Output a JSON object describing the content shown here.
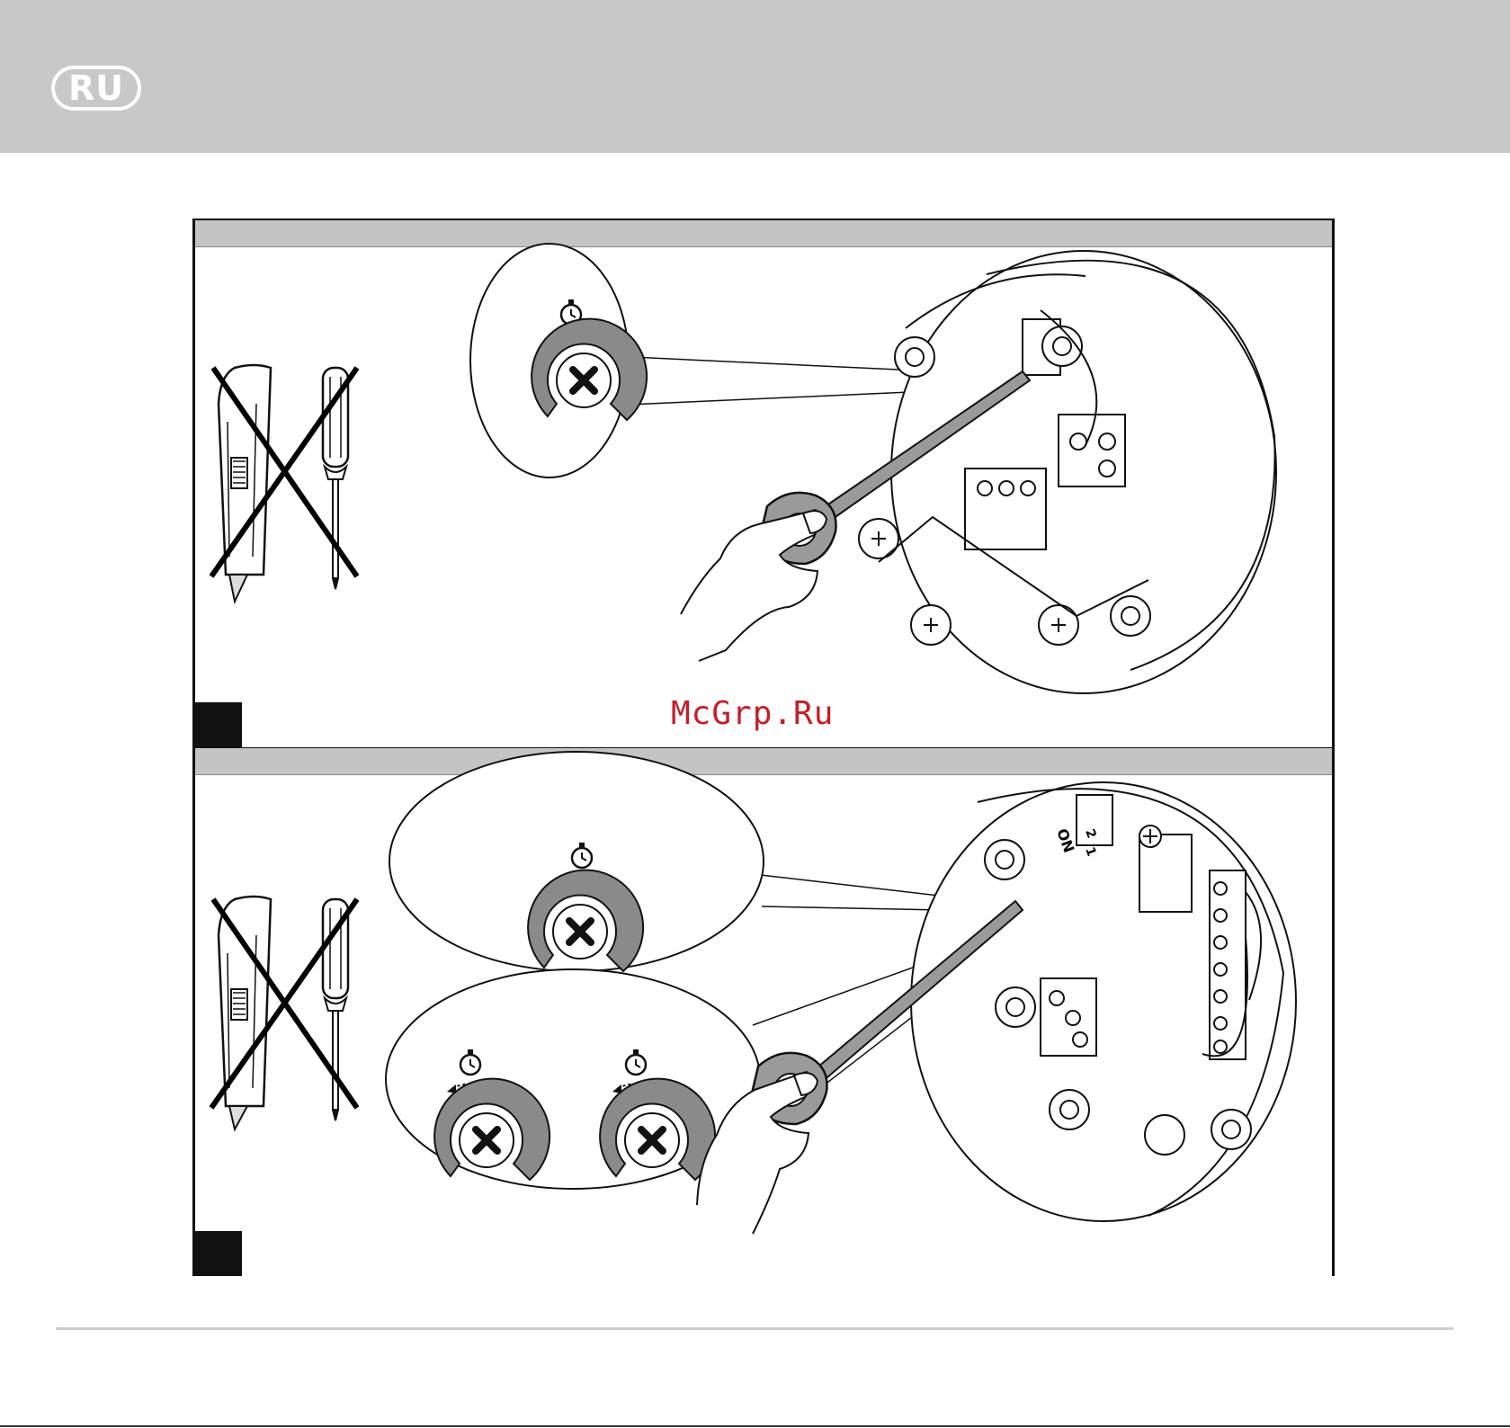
{
  "header": {
    "language_code": "RU"
  },
  "watermark": {
    "text": "McGrp.Ru"
  },
  "panels": [
    {
      "tool_callout": {
        "timer_icon": "stopwatch-icon",
        "mark": "not-allowed-x"
      },
      "forbidden_tools": [
        "utility-knife",
        "screwdriver"
      ]
    },
    {
      "callouts": [
        "single-dial",
        "double-dial"
      ],
      "switch_labels": [
        "ON",
        "1",
        "2"
      ],
      "forbidden_tools": [
        "utility-knife",
        "screwdriver"
      ]
    }
  ],
  "colors": {
    "header": "#c8c8c8",
    "panel_bar": "#c4c4c4",
    "watermark": "#c41e26"
  }
}
